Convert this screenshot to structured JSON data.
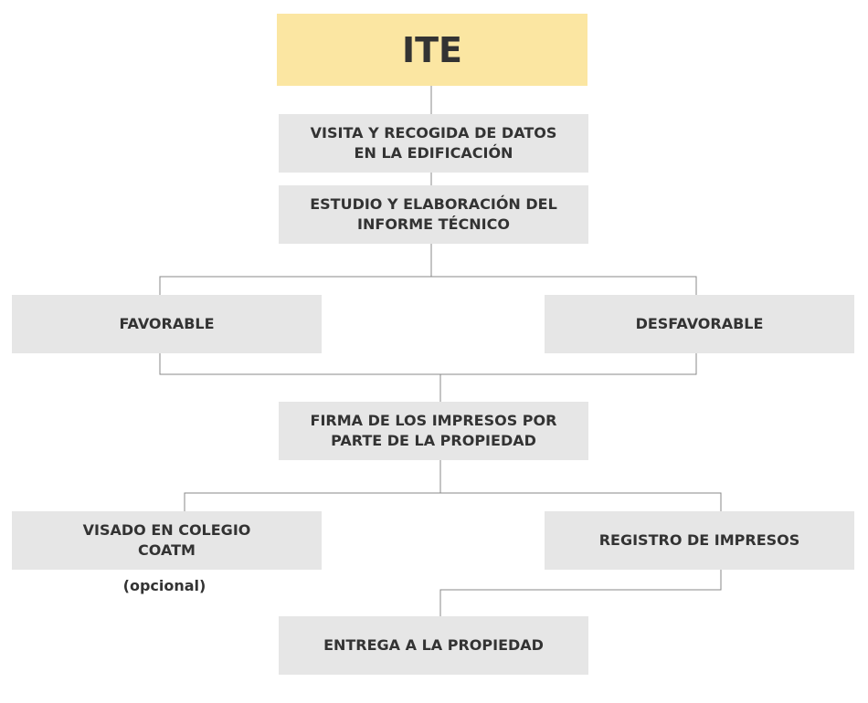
{
  "diagram": {
    "title": "ITE",
    "nodes": {
      "visita": "VISITA Y RECOGIDA DE DATOS\nEN LA EDIFICACIÓN",
      "estudio": "ESTUDIO Y ELABORACIÓN DEL\nINFORME TÉCNICO",
      "favorable": "FAVORABLE",
      "desfavorable": "DESFAVORABLE",
      "firma": "FIRMA DE LOS IMPRESOS POR\nPARTE DE LA PROPIEDAD",
      "visado": "VISADO EN COLEGIO\nCOATM",
      "visado_note": "(opcional)",
      "registro": "REGISTRO DE IMPRESOS",
      "entrega": "ENTREGA A LA PROPIEDAD"
    },
    "colors": {
      "title_fill": "#fbe6a2",
      "box_fill": "#e6e6e6",
      "text": "#333333",
      "connector": "#888888"
    }
  }
}
